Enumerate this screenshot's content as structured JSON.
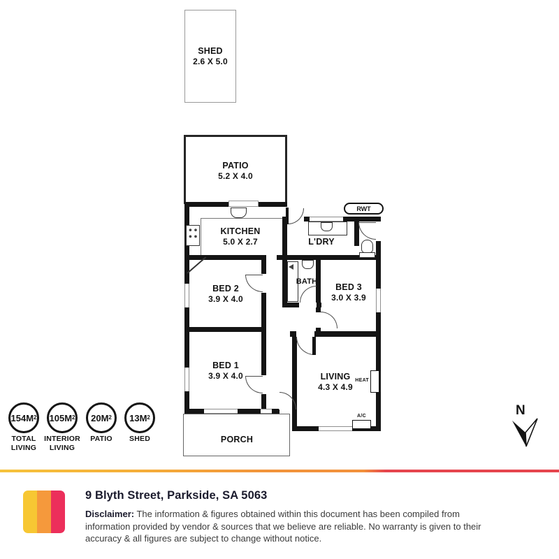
{
  "plan": {
    "rooms": [
      {
        "name": "SHED",
        "dims": "2.6 X 5.0"
      },
      {
        "name": "PATIO",
        "dims": "5.2 X 4.0"
      },
      {
        "name": "KITCHEN",
        "dims": "5.0 X 2.7"
      },
      {
        "name": "L'DRY",
        "dims": ""
      },
      {
        "name": "BATH",
        "dims": ""
      },
      {
        "name": "BED 2",
        "dims": "3.9 X 4.0"
      },
      {
        "name": "BED 3",
        "dims": "3.0 X 3.9"
      },
      {
        "name": "BED 1",
        "dims": "3.9 X 4.0"
      },
      {
        "name": "LIVING",
        "dims": "4.3 X 4.9"
      },
      {
        "name": "PORCH",
        "dims": ""
      }
    ],
    "annotations": {
      "rwt": "RWT",
      "heat": "HEAT",
      "ac": "A/C",
      "north": "N"
    }
  },
  "area_badges": [
    {
      "value": "154M",
      "sup": "2",
      "lines": [
        "TOTAL",
        "LIVING"
      ]
    },
    {
      "value": "105M",
      "sup": "2",
      "lines": [
        "INTERIOR",
        "LIVING"
      ]
    },
    {
      "value": "20M",
      "sup": "2",
      "lines": [
        "PATIO",
        ""
      ]
    },
    {
      "value": "13M",
      "sup": "2",
      "lines": [
        "SHED",
        ""
      ]
    }
  ],
  "footer": {
    "address": "9 Blyth Street, Parkside, SA 5063",
    "disclaimer_label": "Disclaimer:",
    "disclaimer_text": "The information & figures obtained within this document has been compiled from information provided by vendor & sources that we believe are reliable. No warranty is given to their accuracy & all figures are subject to change without notice.",
    "brand_colors": {
      "yellow": "#F7C733",
      "orange": "#F5993C",
      "pink": "#EC2F5B",
      "divider_red": "#E6454E"
    }
  }
}
